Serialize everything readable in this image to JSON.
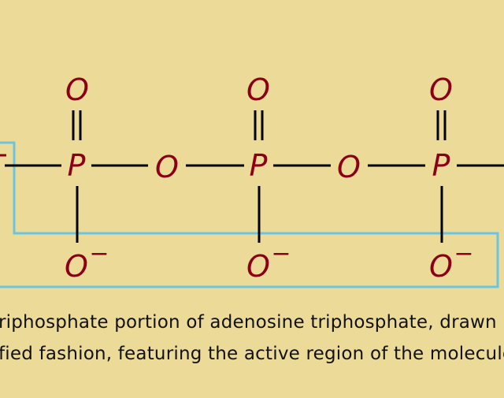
{
  "diagram": {
    "title": "Triphosphate chain",
    "phosphorus_label": "P",
    "oxygen_label": "O",
    "anion_label": "O",
    "charge_label": "−",
    "colors": {
      "atom": "#8b0018",
      "bond": "#000000",
      "highlight": "#6cc5df",
      "background": "#ecdb98"
    }
  },
  "caption": {
    "line1": "riphosphate portion of adenosine triphosphate, drawn",
    "line2": "fied fashion, featuring the active region of the molecule"
  }
}
